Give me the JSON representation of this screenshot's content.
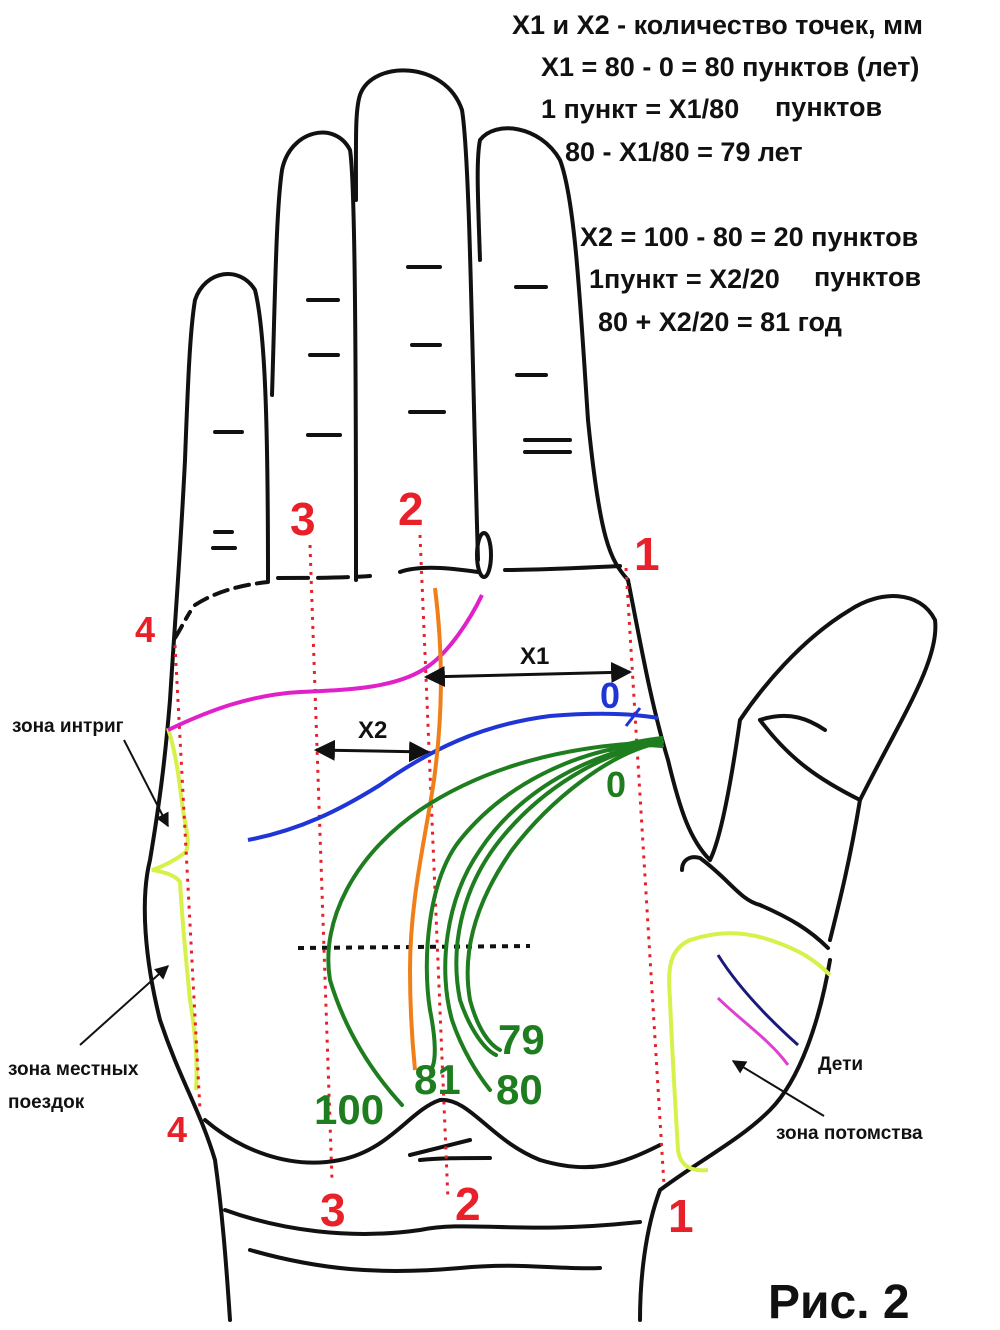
{
  "formulas": {
    "line1": "X1 и X2 - количество точек, мм",
    "line2": "X1 = 80 - 0 = 80 пунктов (лет)",
    "line3a": "1 пункт = X1/80",
    "line3b": "пунктов",
    "line4": "80 - X1/80 = 79 лет",
    "line5": "X2 = 100 - 80 = 20 пунктов",
    "line6a": "1пункт = X2/20",
    "line6b": "пунктов",
    "line7": "80 + X2/20 = 81 год"
  },
  "markers": {
    "top_1": "1",
    "top_2": "2",
    "top_3": "3",
    "top_4": "4",
    "bottom_1": "1",
    "bottom_2": "2",
    "bottom_3": "3",
    "bottom_4": "4"
  },
  "measurements": {
    "x1_label": "X1",
    "x2_label": "X2",
    "zero_blue": "0",
    "zero_green": "0"
  },
  "line_numbers": {
    "n100": "100",
    "n81": "81",
    "n80": "80",
    "n79": "79"
  },
  "zones": {
    "intrigue": "зона интриг",
    "trips_line1": "зона местных",
    "trips_line2": "поездок",
    "children": "Дети",
    "offspring": "зона потомства"
  },
  "figure_caption": "Рис. 2",
  "colors": {
    "red": "#e8202a",
    "green": "#1e7d1e",
    "blue": "#1f35d6",
    "magenta": "#e020c8",
    "orange": "#f07f1a",
    "lime": "#d7f04a",
    "navy": "#1a1a7a",
    "pink": "#e040d0"
  }
}
